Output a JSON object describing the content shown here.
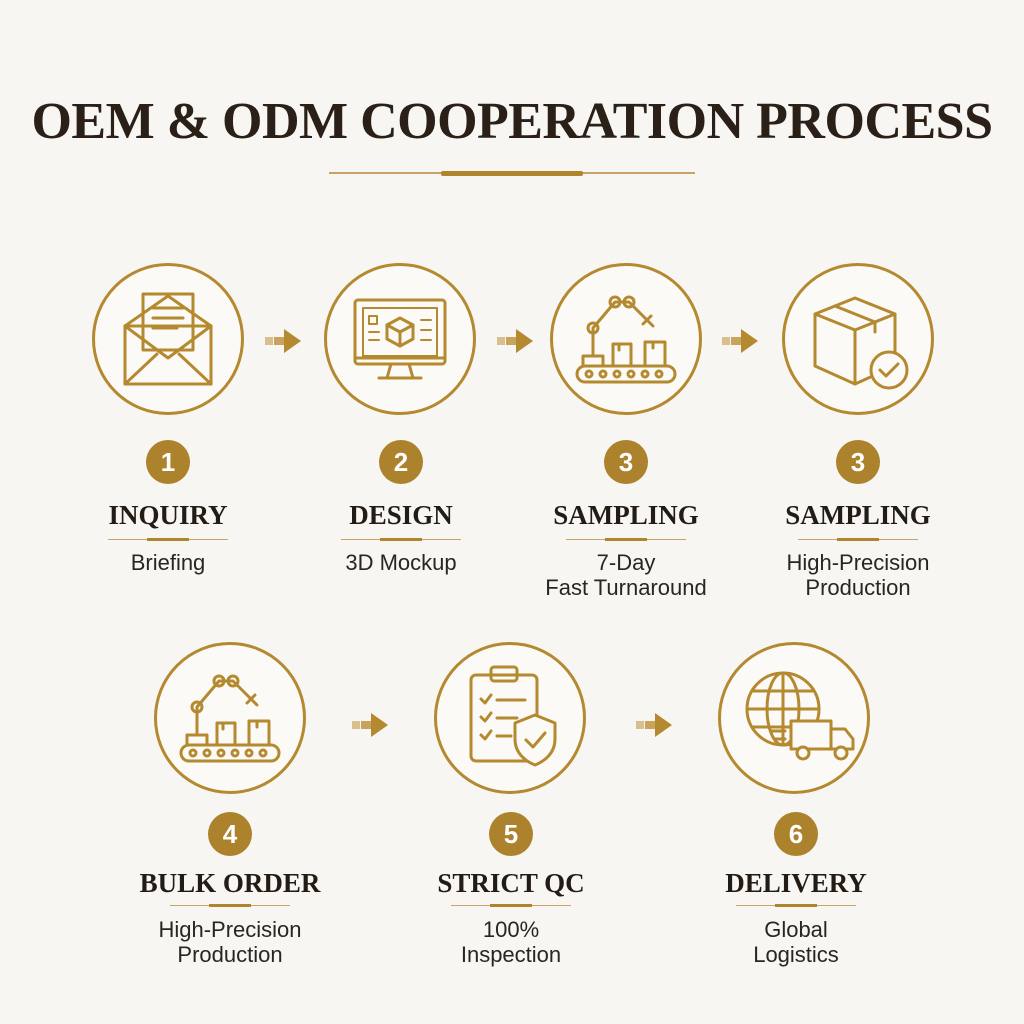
{
  "title": "OEM & ODM COOPERATION PROCESS",
  "colors": {
    "gold": "#b4892f",
    "gold_dark": "#ad822c",
    "text": "#2a2018",
    "background": "#f7f6f2"
  },
  "steps": [
    {
      "number": "1",
      "label": "INQUIRY",
      "subtitle": "Briefing",
      "icon": "envelope-letter-icon"
    },
    {
      "number": "2",
      "label": "DESIGN",
      "subtitle": "3D Mockup",
      "icon": "monitor-cube-icon"
    },
    {
      "number": "3",
      "label": "SAMPLING",
      "subtitle": "7-Day\nFast Turnaround",
      "icon": "robotic-arm-conveyor-icon"
    },
    {
      "number": "3",
      "label": "SAMPLING",
      "subtitle": "High-Precision\nProduction",
      "icon": "box-check-icon"
    },
    {
      "number": "4",
      "label": "BULK ORDER",
      "subtitle": "High-Precision\nProduction",
      "icon": "robotic-arm-conveyor-icon"
    },
    {
      "number": "5",
      "label": "STRICT QC",
      "subtitle": "100%\nInspection",
      "icon": "clipboard-shield-icon"
    },
    {
      "number": "6",
      "label": "DELIVERY",
      "subtitle": "Global\nLogistics",
      "icon": "globe-truck-icon"
    }
  ],
  "arrow_icon": "arrow-right-icon"
}
